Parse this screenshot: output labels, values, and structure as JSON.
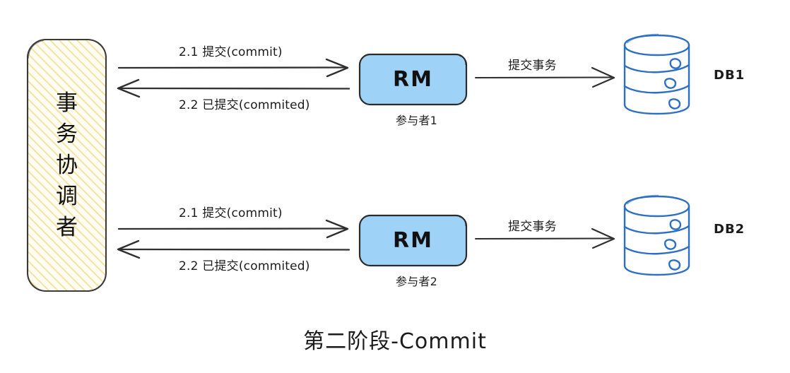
{
  "diagram": {
    "title": "第二阶段-Commit",
    "coordinator": {
      "name": "事务协调者",
      "chars": "事\n务\n协\n调\n者",
      "fill": "#FDF6DC",
      "hatch_color": "#F2E3A8",
      "stroke": "#3a3a3a"
    },
    "rows": [
      {
        "request_label": "2.1 提交(commit)",
        "response_label": "2.2 已提交(commited)",
        "participant": {
          "title": "RM",
          "subtitle": "参与者1",
          "fill": "#9ED2F7",
          "stroke": "#2b2b2b"
        },
        "db_flow_label": "提交事务",
        "database": {
          "label": "DB1",
          "stroke": "#2C6FC4",
          "tiers": 3
        }
      },
      {
        "request_label": "2.1 提交(commit)",
        "response_label": "2.2 已提交(commited)",
        "participant": {
          "title": "RM",
          "subtitle": "参与者2",
          "fill": "#9ED2F7",
          "stroke": "#2b2b2b"
        },
        "db_flow_label": "提交事务",
        "database": {
          "label": "DB2",
          "stroke": "#2C6FC4",
          "tiers": 3
        }
      }
    ],
    "colors": {
      "line": "#2f2f2f",
      "background": "#ffffff",
      "text": "#1b1b1b"
    }
  }
}
